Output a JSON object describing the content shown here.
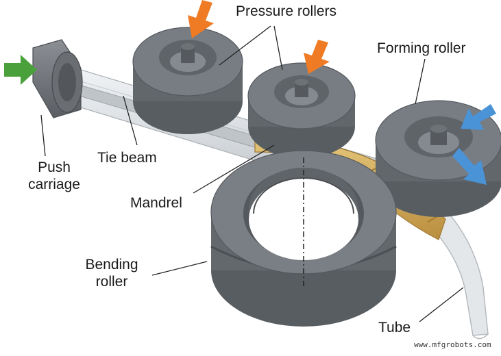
{
  "labels": {
    "pressure_rollers": "Pressure rollers",
    "forming_roller": "Forming roller",
    "push_carriage_line1": "Push",
    "push_carriage_line2": "carriage",
    "tie_beam": "Tie beam",
    "mandrel": "Mandrel",
    "bending_roller_line1": "Bending",
    "bending_roller_line2": "roller",
    "tube": "Tube"
  },
  "watermark": "www.mfgrobots.com",
  "colors": {
    "roller": "#6f747a",
    "roller_light": "#8a9096",
    "roller_dark": "#50555a",
    "tube": "#dfe2e5",
    "mandrel": "#d4aa52",
    "pressure_arrow": "#ef7b25",
    "push_arrow": "#4aa03a",
    "forming_arrow": "#4a93d6"
  }
}
